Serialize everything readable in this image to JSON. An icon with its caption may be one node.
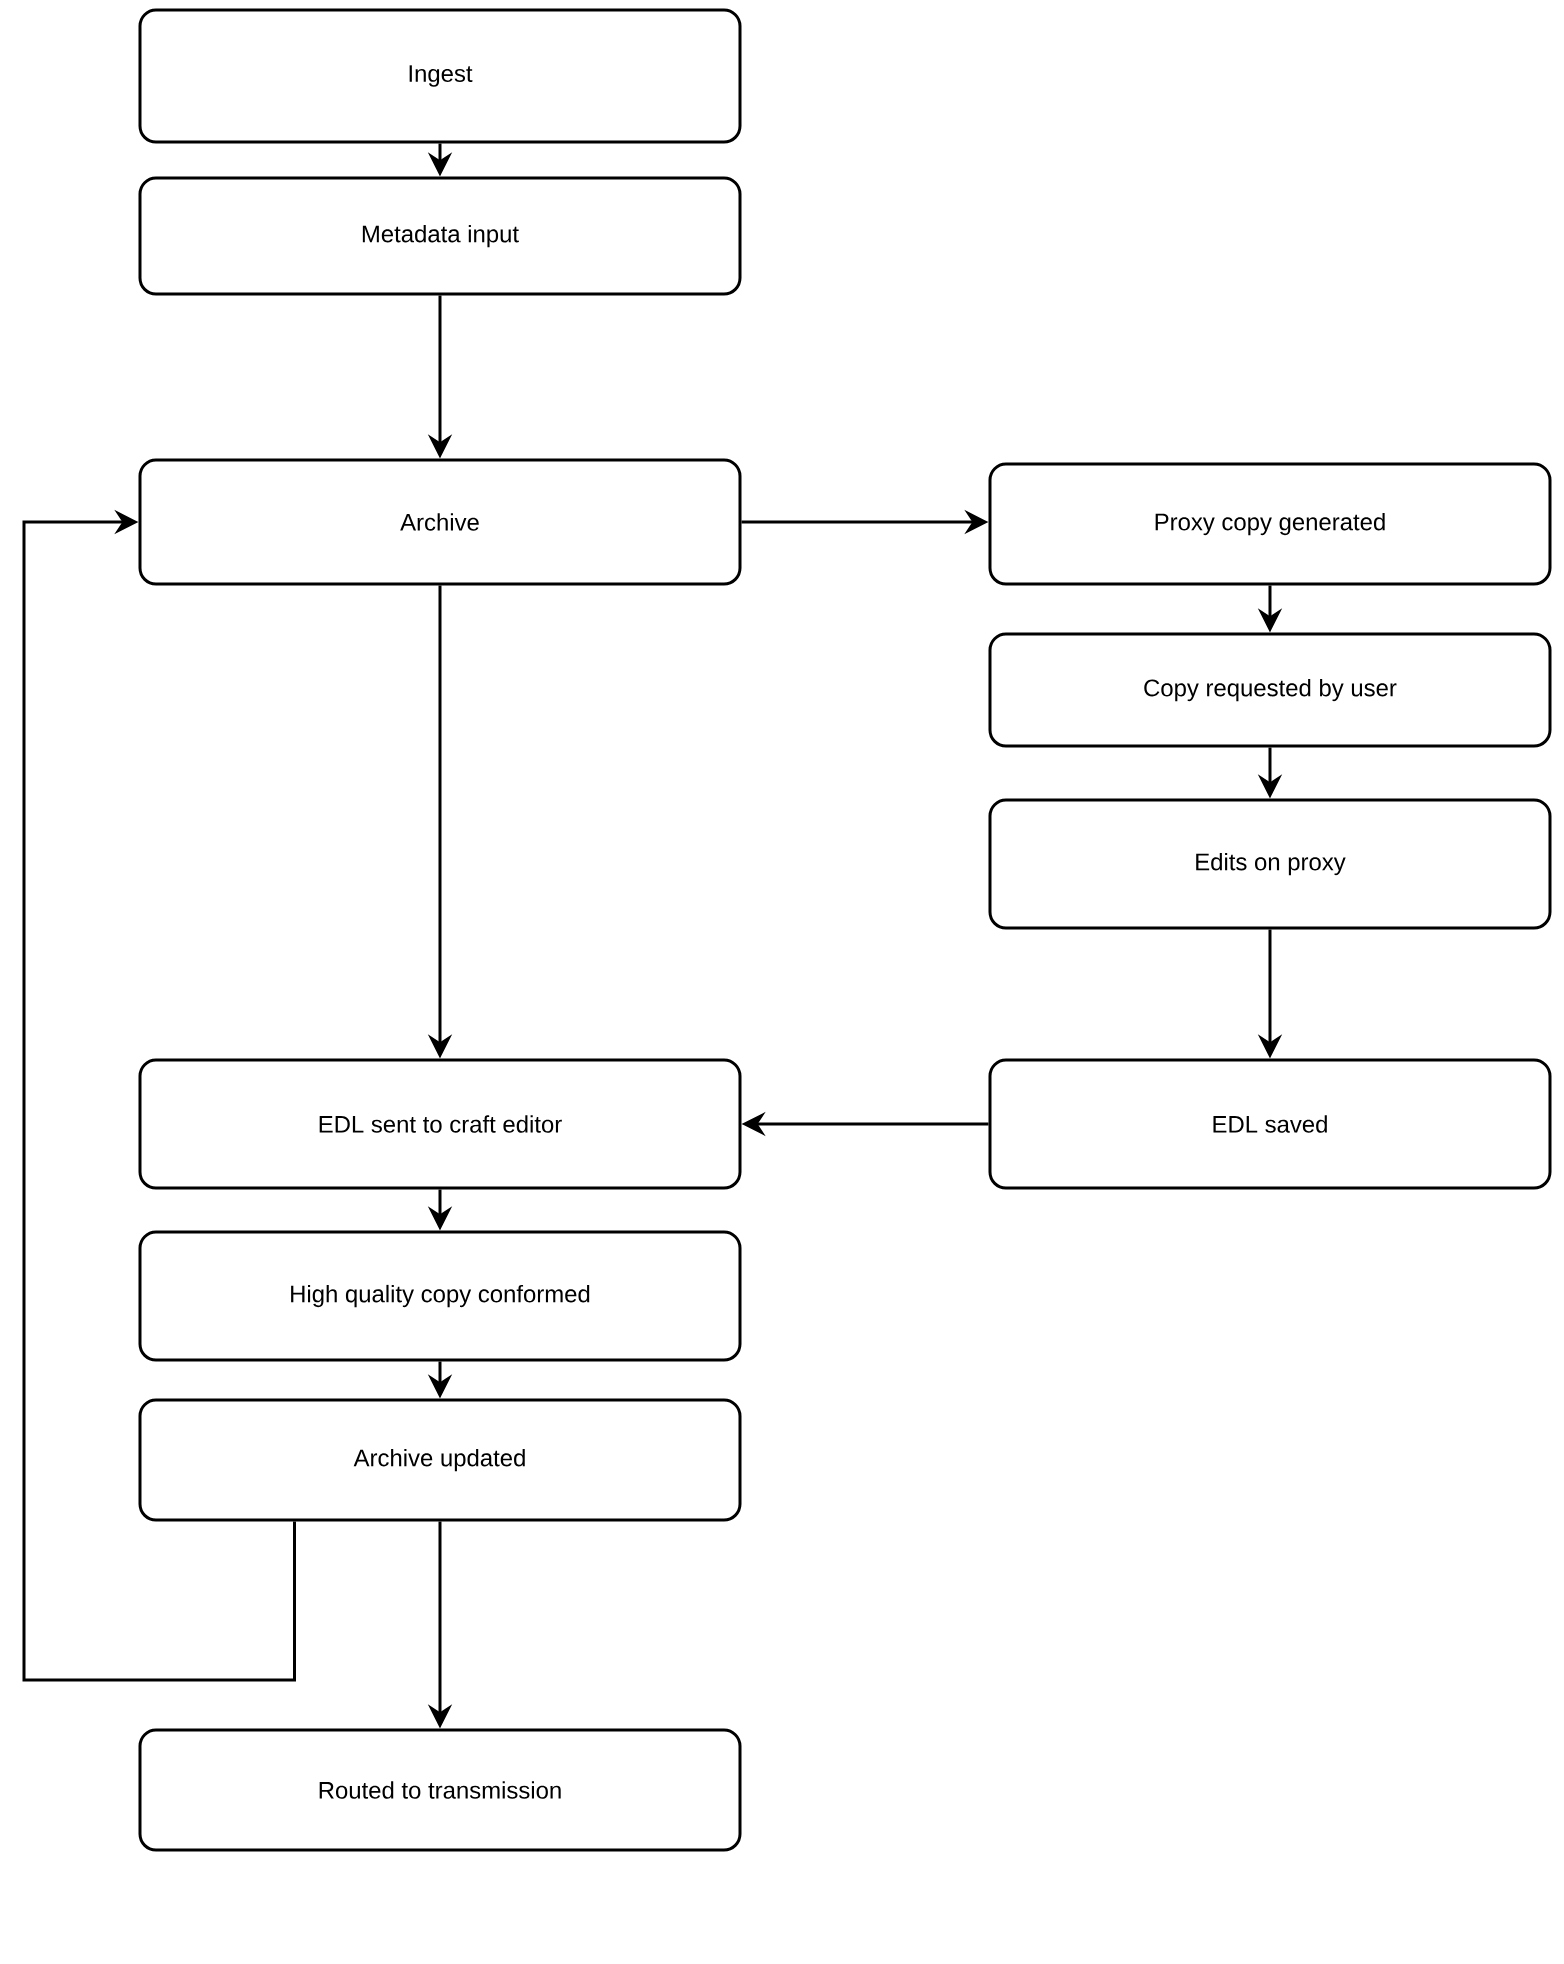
{
  "diagram": {
    "nodes": [
      {
        "text": [
          "Ingest"
        ]
      },
      {
        "text": [
          "Metadata input"
        ]
      },
      {
        "text": [
          "Archive"
        ]
      },
      {
        "text": [
          "Proxy copy generated"
        ]
      },
      {
        "text": [
          "Copy requested by user"
        ]
      },
      {
        "text": [
          "Edits on proxy"
        ]
      },
      {
        "text": [
          "EDL saved"
        ]
      },
      {
        "text": [
          "EDL sent to craft editor"
        ]
      },
      {
        "text": [
          "High quality copy conformed"
        ]
      },
      {
        "text": [
          "Archive updated"
        ]
      },
      {
        "text": [
          "Routed to transmission"
        ]
      }
    ],
    "edges": [
      {
        "from": 0,
        "to": 1,
        "arrow": "to"
      },
      {
        "from": 1,
        "to": 2,
        "arrow": "to"
      },
      {
        "from": 2,
        "to": 3,
        "arrow": "to"
      },
      {
        "from": 3,
        "to": 4,
        "arrow": "to"
      },
      {
        "from": 4,
        "to": 5,
        "arrow": "to"
      },
      {
        "from": 5,
        "to": 6,
        "arrow": "to"
      },
      {
        "from": 6,
        "to": 7,
        "arrow": "to"
      },
      {
        "from": 2,
        "to": 7,
        "arrow": "to"
      },
      {
        "from": 7,
        "to": 8,
        "arrow": "to"
      },
      {
        "from": 8,
        "to": 9,
        "arrow": "to"
      },
      {
        "from": 9,
        "to": 10,
        "arrow": "to"
      },
      {
        "from": 9,
        "to": 2,
        "arrow": "to"
      }
    ]
  }
}
